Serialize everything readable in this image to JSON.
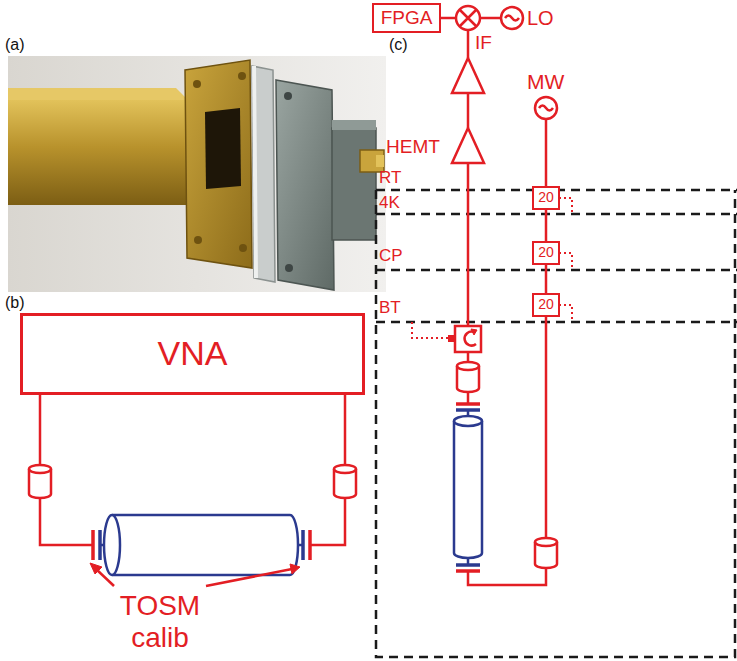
{
  "diagram": {
    "nodes": [
      {
        "text": [
          "VNA"
        ]
      },
      {
        "text": [
          "FPGA"
        ]
      },
      {
        "text": [
          "20"
        ]
      },
      {
        "text": [
          "20"
        ]
      },
      {
        "text": [
          "20"
        ]
      }
    ],
    "edges": [
      {
        "from": 2,
        "to": 3,
        "arrow": "none"
      },
      {
        "from": 3,
        "to": 4,
        "arrow": "none"
      }
    ],
    "labels": [
      "(a)",
      "(b)",
      "(c)",
      "TOSM calib",
      "LO",
      "IF",
      "MW",
      "RT",
      "HEMT",
      "4K",
      "CP",
      "BT"
    ]
  }
}
